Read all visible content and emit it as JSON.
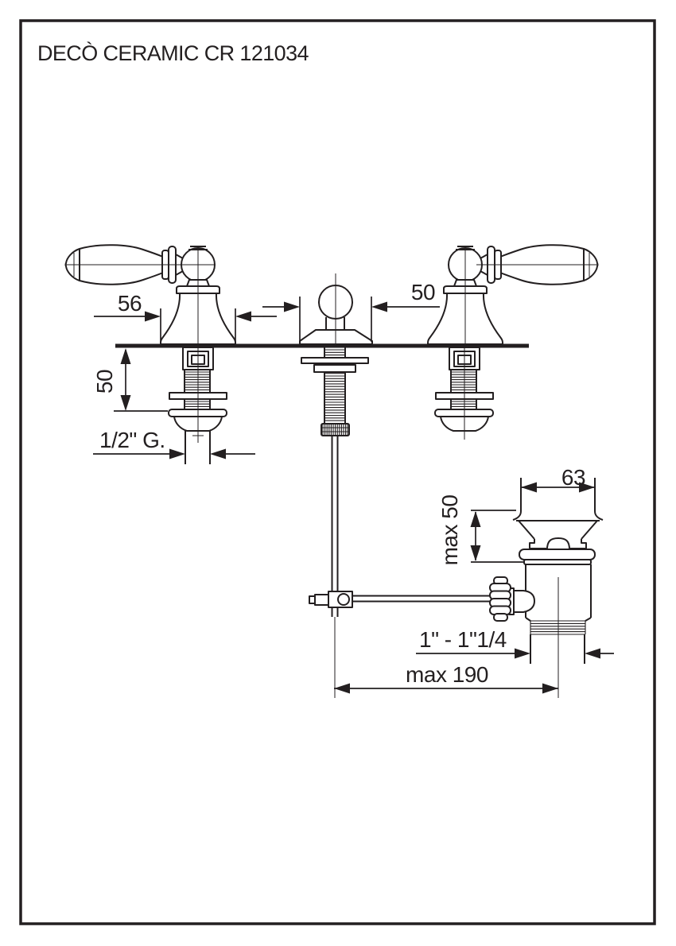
{
  "page": {
    "paper": "#ffffff",
    "ink": "#231f20"
  },
  "header": {
    "title": "DECÒ CERAMIC CR 121034"
  },
  "dimensions": {
    "handle_base_width": "56",
    "knob_base_width": "50",
    "max_deck_thickness": "50",
    "supply_thread": "1/2\" G.",
    "waste_flange_diameter": "63",
    "waste_max_clamp": "max 50",
    "waste_thread": "1\" - 1\"1/4",
    "rod_max_length": "max 190"
  }
}
